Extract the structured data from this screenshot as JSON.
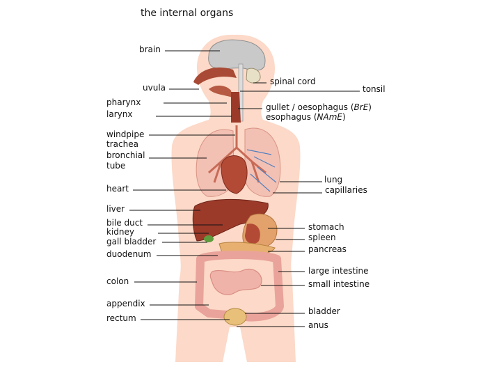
{
  "title": "the internal organs",
  "labels": {
    "brain": "brain",
    "uvula": "uvula",
    "pharynx": "pharynx",
    "larynx": "larynx",
    "windpipe": "windpipe",
    "trachea": "trachea",
    "bronchial": "bronchial",
    "tube": "tube",
    "heart": "heart",
    "liver": "liver",
    "bile_duct": "bile duct",
    "kidney": "kidney",
    "gall_bladder": "gall bladder",
    "duodenum": "duodenum",
    "colon": "colon",
    "appendix": "appendix",
    "rectum": "rectum",
    "spinal_cord": "spinal cord",
    "tonsil": "tonsil",
    "gullet": "gullet / oesophagus",
    "gullet_note": "BrE",
    "esophagus": "esophagus",
    "esophagus_note": "NAmE",
    "lung": "lung",
    "capillaries": "capillaries",
    "stomach": "stomach",
    "spleen": "spleen",
    "pancreas": "pancreas",
    "large_intestine": "large intestine",
    "small_intestine": "small intestine",
    "bladder": "bladder",
    "anus": "anus"
  },
  "colors": {
    "body": "#fcd9c8",
    "organ_dark": "#9c3a2a",
    "organ_mid": "#c45a3e",
    "intestine": "#e9a39a",
    "lung": "#f3c0b4",
    "stomach": "#e3a16b",
    "pancreas": "#e8b070",
    "brain": "#bfbfbf",
    "vessel_blue": "#4d7fbf"
  }
}
